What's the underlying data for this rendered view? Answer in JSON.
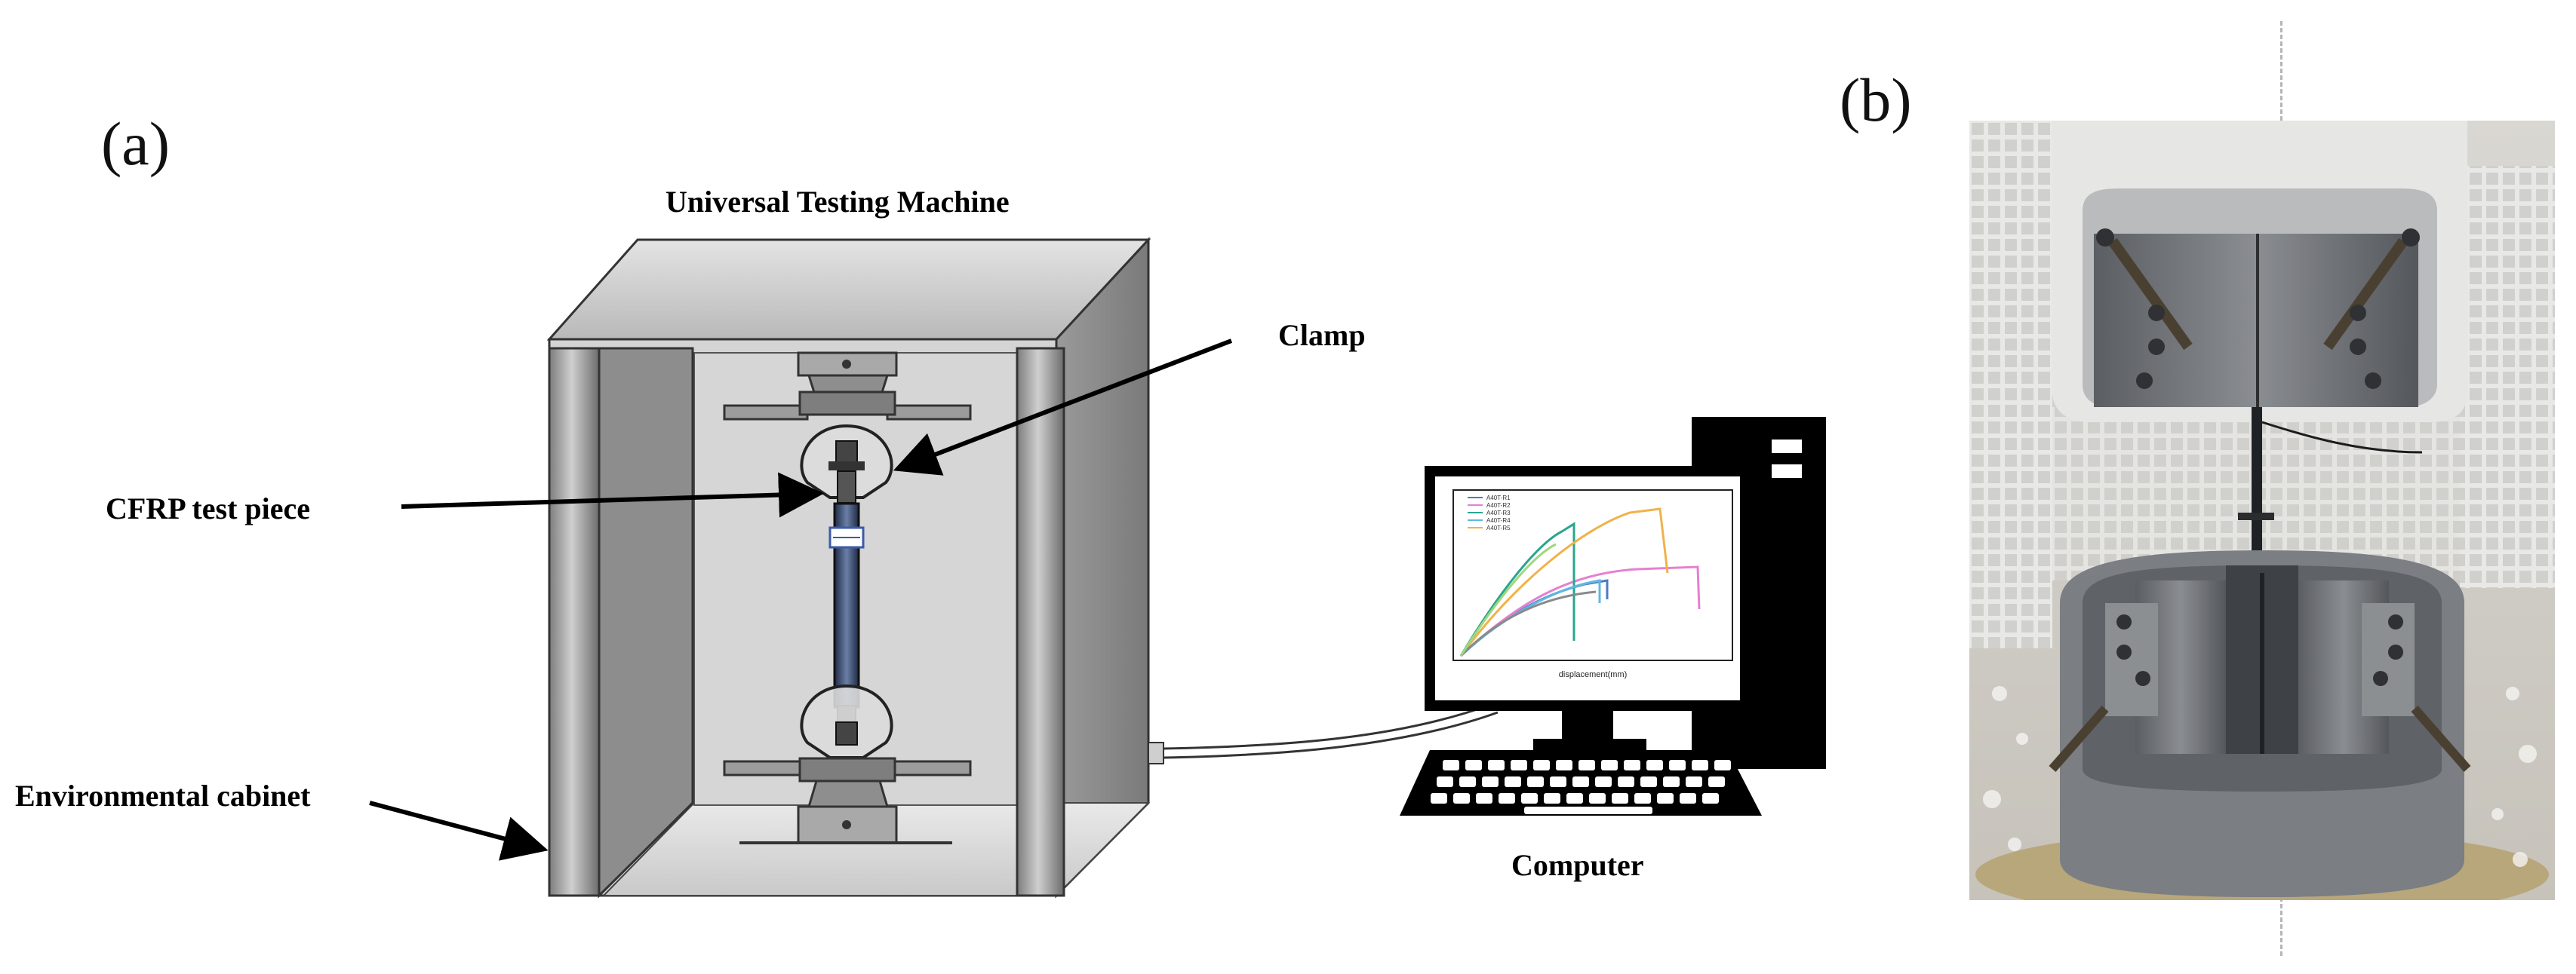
{
  "panel_a": {
    "label": "(a)",
    "title": "Universal Testing Machine",
    "labels": {
      "clamp": "Clamp",
      "test_piece": "CFRP test piece",
      "cabinet": "Environmental cabinet",
      "computer": "Computer"
    },
    "monitor_plot": {
      "xlabel": "displacement(mm)",
      "legend": [
        "A40T-R1",
        "A40T-R2",
        "A40T-R3",
        "A40T-R4",
        "A40T-R5"
      ],
      "series_colors": [
        "#4d79c7",
        "#e67fd1",
        "#2aa58f",
        "#60b8e0",
        "#f0b24a"
      ],
      "secondary_colors": [
        "#8a8a8a",
        "#9fd77e"
      ]
    }
  },
  "panel_b": {
    "label": "(b)",
    "photo": "photo of the environmental cabinet interior with the upper and lower wedge-grip clamps holding a CFRP strip"
  }
}
